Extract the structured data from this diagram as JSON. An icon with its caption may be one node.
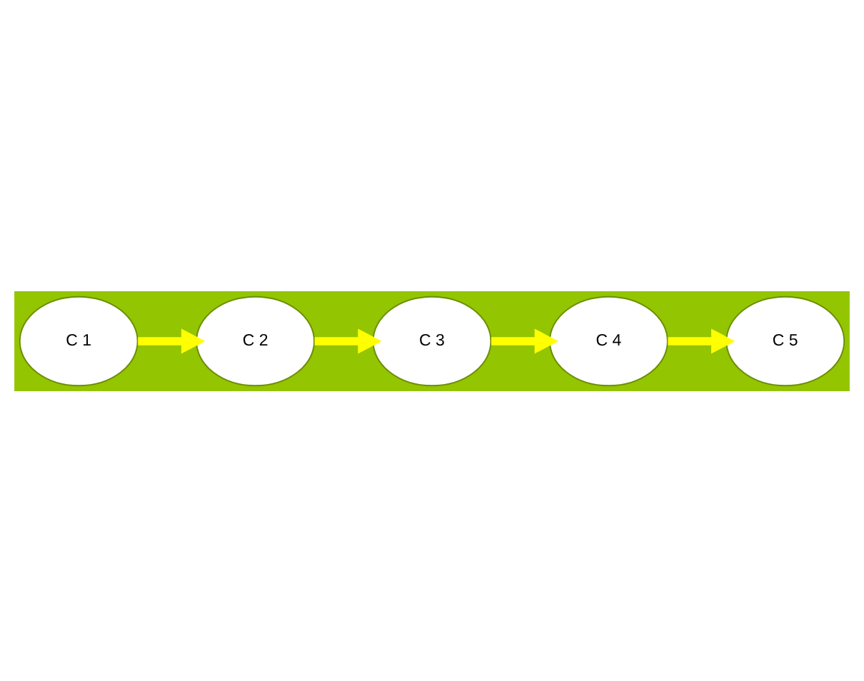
{
  "diagram": {
    "nodes": [
      {
        "text": [
          "C 1"
        ]
      },
      {
        "text": [
          "C 2"
        ]
      },
      {
        "text": [
          "C 3"
        ]
      },
      {
        "text": [
          "C 4"
        ]
      },
      {
        "text": [
          "C 5"
        ]
      }
    ],
    "edges": [
      {
        "from": 0,
        "to": 1,
        "arrow": "to"
      },
      {
        "from": 1,
        "to": 2,
        "arrow": "to"
      },
      {
        "from": 2,
        "to": 3,
        "arrow": "to"
      },
      {
        "from": 3,
        "to": 4,
        "arrow": "to"
      }
    ]
  }
}
